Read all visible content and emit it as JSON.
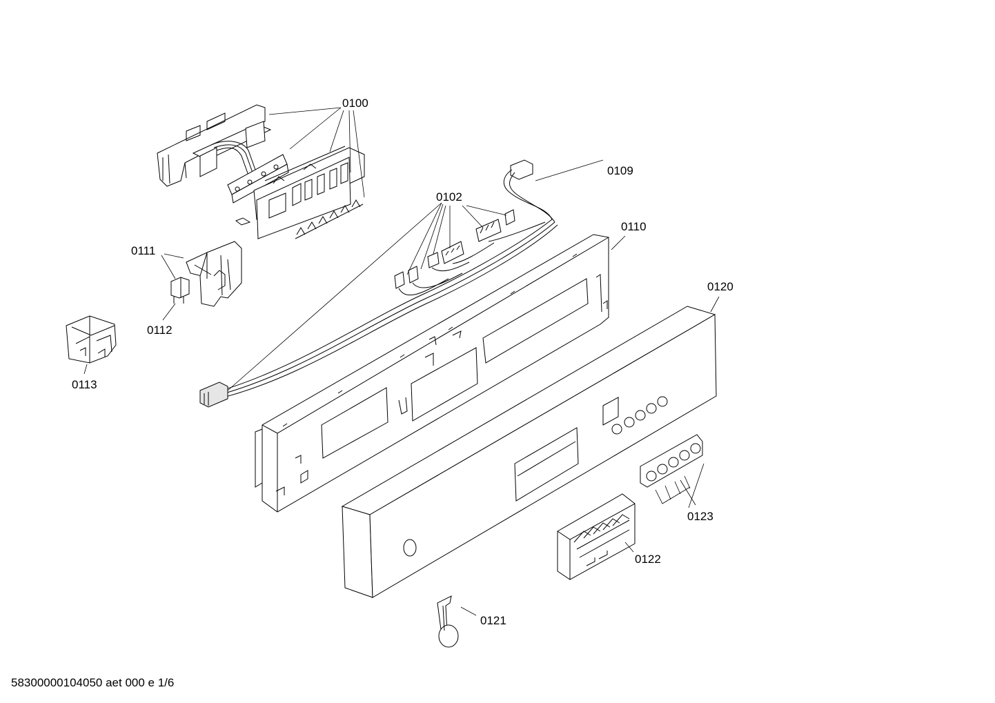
{
  "diagram": {
    "labels": {
      "p0100": "0100",
      "p0102": "0102",
      "p0109": "0109",
      "p0110": "0110",
      "p0111": "0111",
      "p0112": "0112",
      "p0113": "0113",
      "p0120": "0120",
      "p0121": "0121",
      "p0122": "0122",
      "p0123": "0123"
    }
  },
  "footer": {
    "text": "58300000104050 aet 000 e 1/6"
  }
}
